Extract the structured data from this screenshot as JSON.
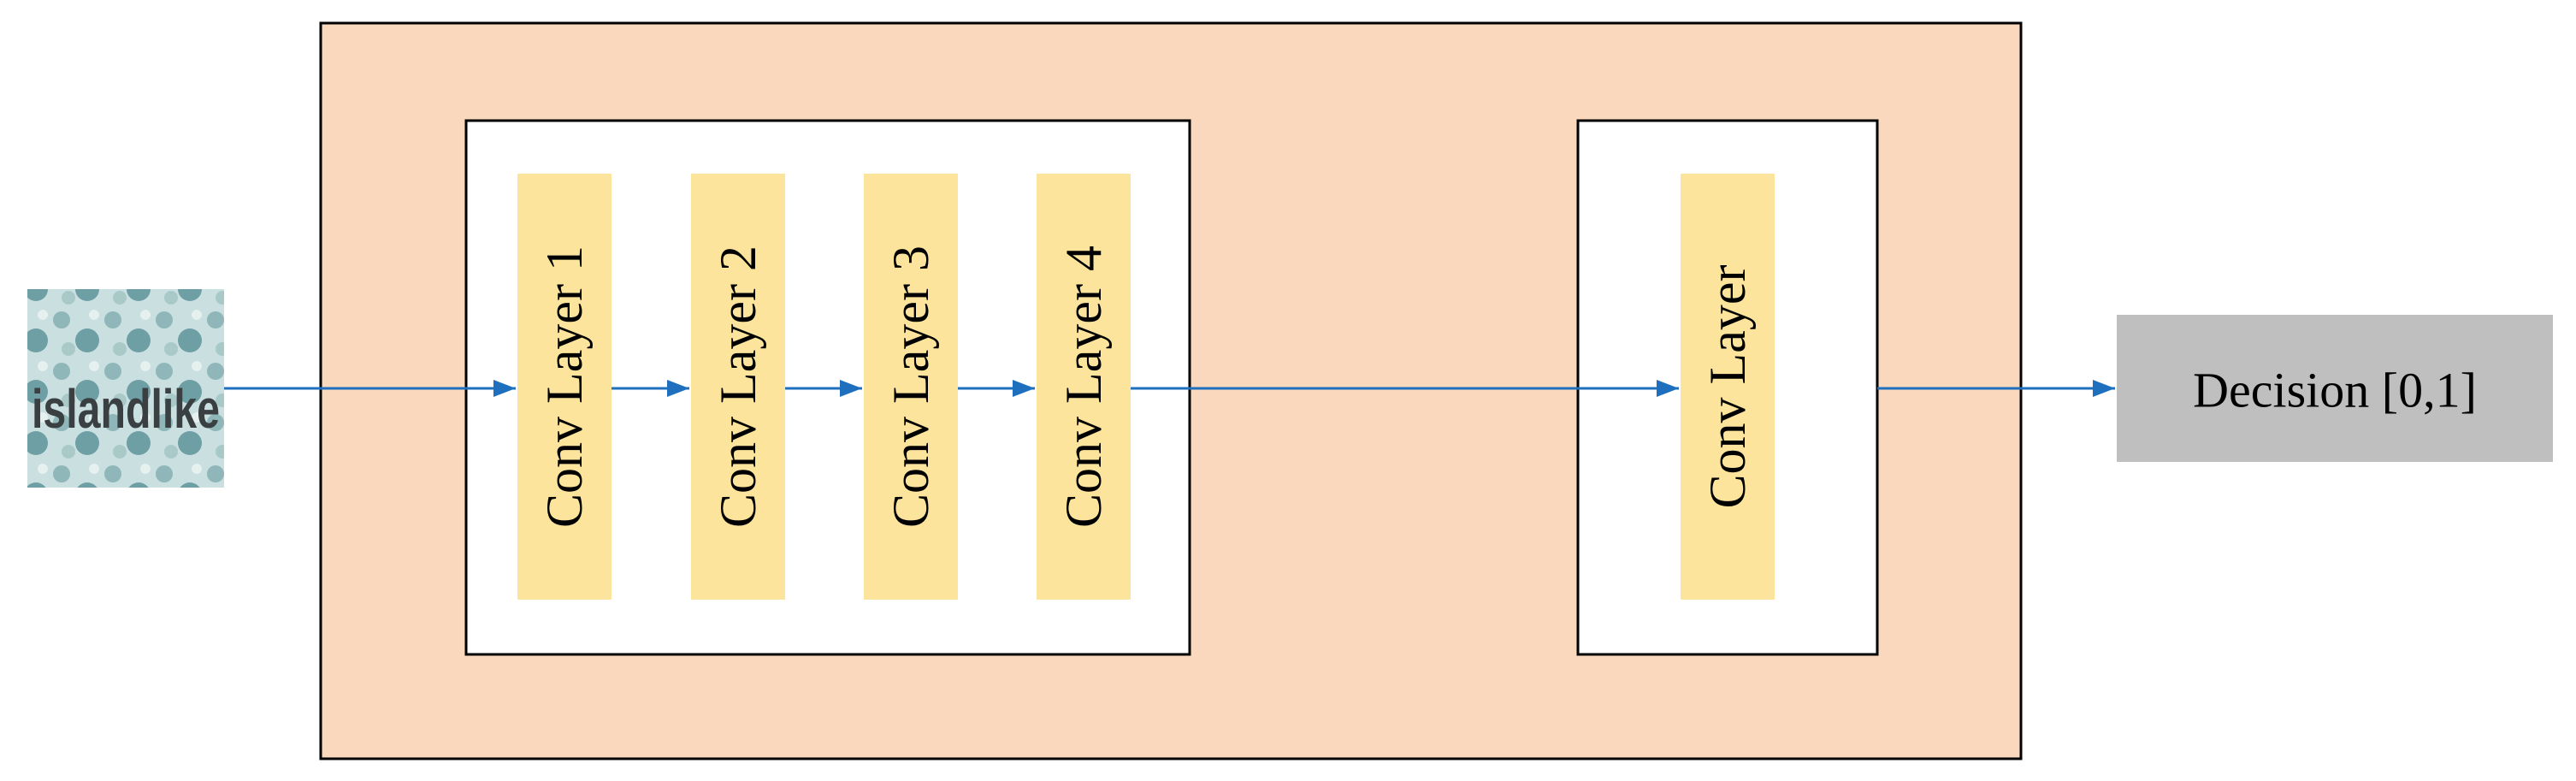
{
  "input": {
    "text": "islandlike"
  },
  "encoder": {
    "layers": [
      {
        "label": "Conv Layer 1"
      },
      {
        "label": "Conv Layer 2"
      },
      {
        "label": "Conv Layer 3"
      },
      {
        "label": "Conv Layer 4"
      }
    ]
  },
  "head": {
    "layer": {
      "label": "Conv Layer"
    }
  },
  "output": {
    "label": "Decision [0,1]"
  },
  "colors": {
    "outer_fill": "#f9d8bd",
    "layer_fill": "#fde49c",
    "decision_fill": "#bfbfbf",
    "arrow": "#1f6fbf",
    "border": "#000000"
  }
}
